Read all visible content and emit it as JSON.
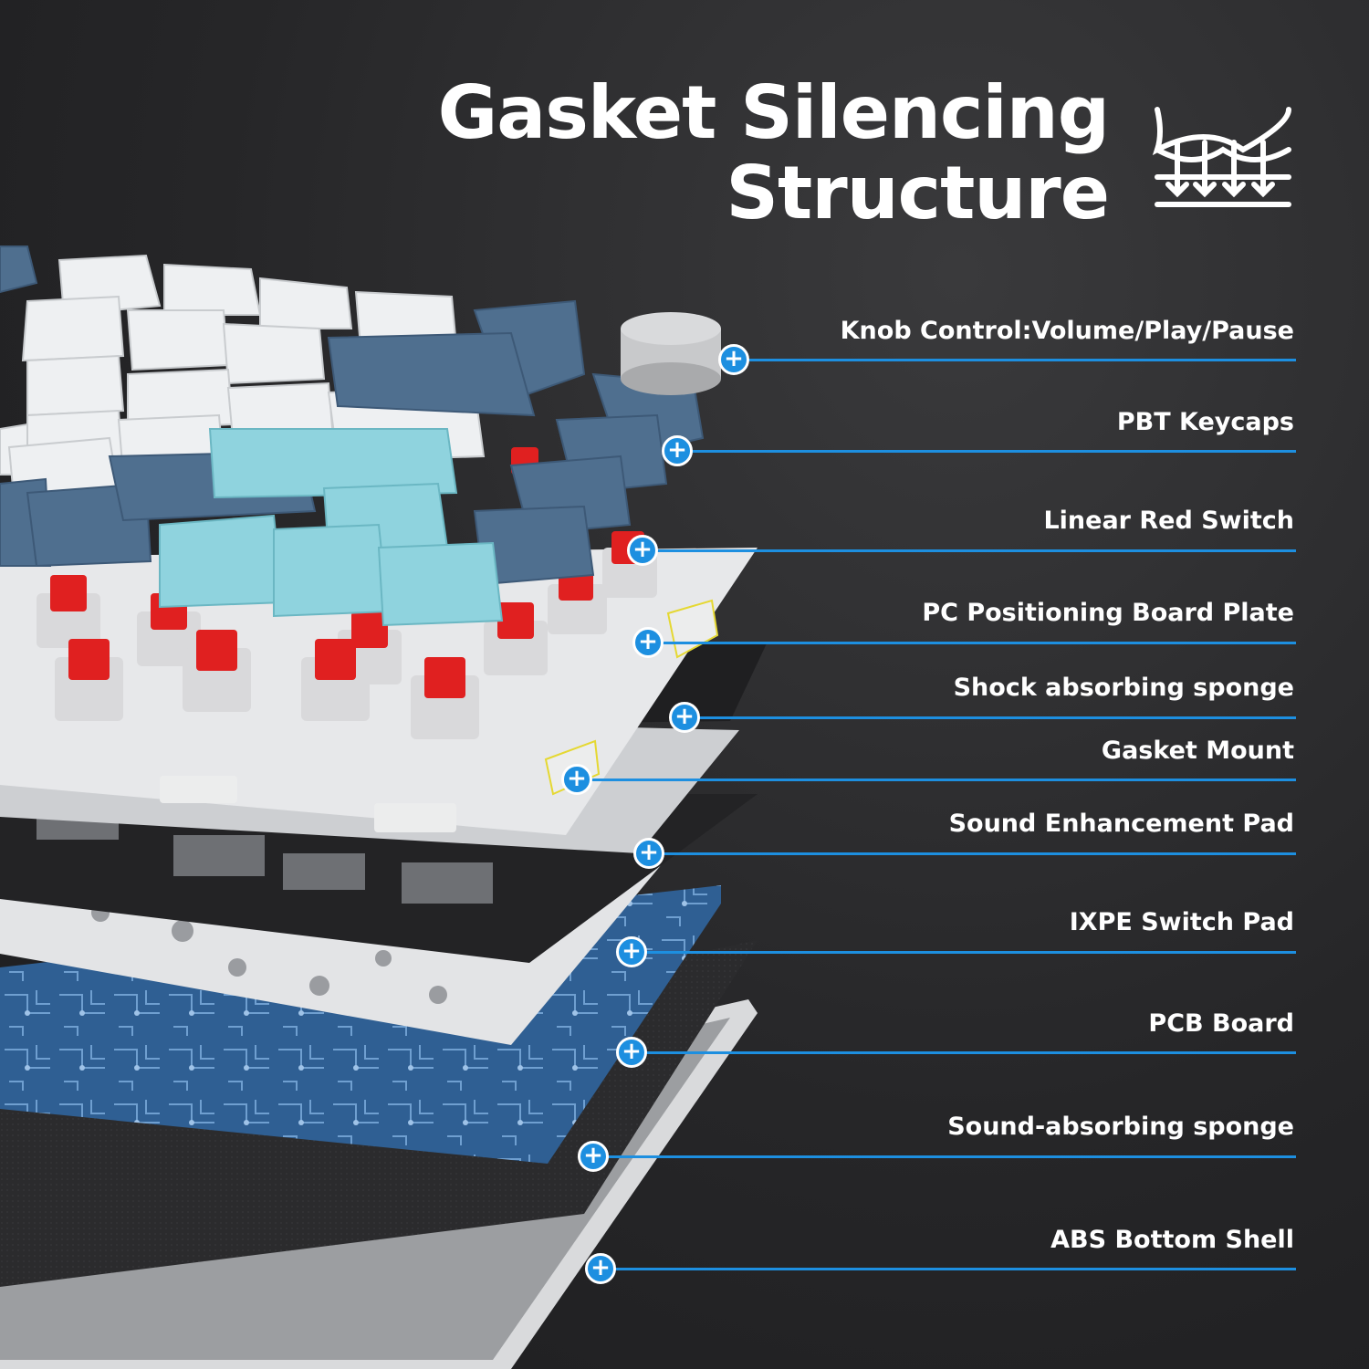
{
  "header": {
    "title_line1": "Gasket Silencing",
    "title_line2": "Structure"
  },
  "icons": {
    "title_icon": "gasket-layers-icon",
    "marker_icon": "plus-icon"
  },
  "colors": {
    "background": "#262628",
    "accent": "#1d8fe0",
    "text": "#ffffff",
    "switch_red": "#e02020",
    "keycap_white": "#eef0f2",
    "keycap_blue": "#4f6f8f",
    "keycap_cyan": "#8fd3de",
    "pcb_blue": "#2f5f93"
  },
  "callouts": [
    {
      "label": "Knob Control:Volume/Play/Pause",
      "marker": "+"
    },
    {
      "label": "PBT Keycaps",
      "marker": "+"
    },
    {
      "label": "Linear Red Switch",
      "marker": "+"
    },
    {
      "label": "PC Positioning Board Plate",
      "marker": "+"
    },
    {
      "label": "Shock absorbing sponge",
      "marker": "+"
    },
    {
      "label": "Gasket Mount",
      "marker": "+"
    },
    {
      "label": "Sound Enhancement Pad",
      "marker": "+"
    },
    {
      "label": "IXPE Switch Pad",
      "marker": "+"
    },
    {
      "label": "PCB Board",
      "marker": "+"
    },
    {
      "label": "Sound-absorbing sponge",
      "marker": "+"
    },
    {
      "label": "ABS Bottom Shell",
      "marker": "+"
    }
  ]
}
